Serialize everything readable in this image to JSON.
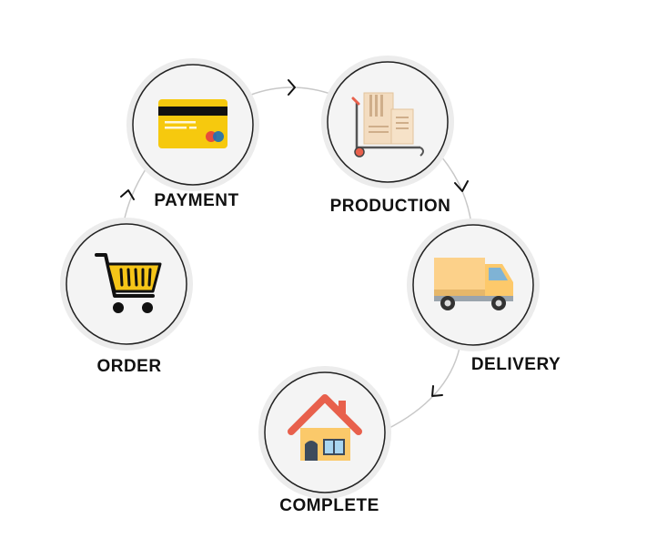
{
  "steps": [
    {
      "id": "order",
      "label": "ORDER",
      "icon": "shopping-cart-icon"
    },
    {
      "id": "payment",
      "label": "PAYMENT",
      "icon": "credit-card-icon"
    },
    {
      "id": "production",
      "label": "PRODUCTION",
      "icon": "boxes-hand-truck-icon"
    },
    {
      "id": "delivery",
      "label": "DELIVERY",
      "icon": "delivery-truck-icon"
    },
    {
      "id": "complete",
      "label": "COMPLETE",
      "icon": "house-icon"
    }
  ],
  "colors": {
    "circle_fill": "#f4f4f4",
    "circle_halo": "#ececec",
    "circle_stroke": "#222222",
    "connector": "#c8c8c8",
    "arrow": "#111111",
    "accent_yellow": "#f5c518",
    "card_yellow": "#f6c90e",
    "box_beige": "#f3dcc0",
    "truck_cargo": "#fcd18a",
    "roof_red": "#e8604c",
    "house_wall": "#fbc96a"
  }
}
